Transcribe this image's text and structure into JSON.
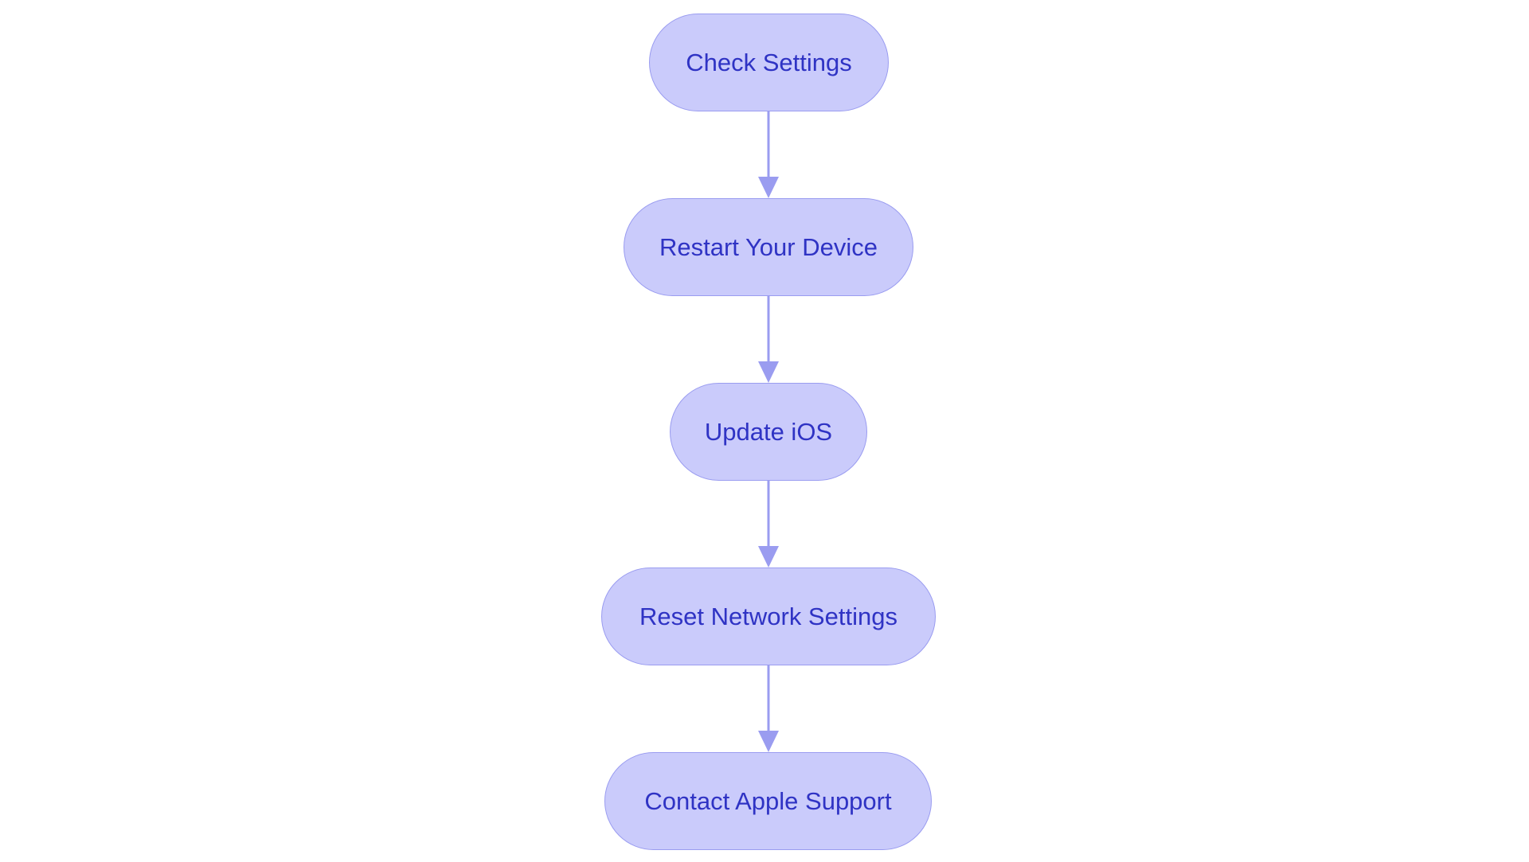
{
  "diagram": {
    "type": "flowchart",
    "direction": "top-to-bottom",
    "colors": {
      "node_fill": "#cacbfb",
      "node_border": "#9a9cf0",
      "node_text": "#2f33c4",
      "edge": "#9a9cf0"
    },
    "nodes": [
      {
        "id": "n1",
        "label": "Check Settings"
      },
      {
        "id": "n2",
        "label": "Restart Your Device"
      },
      {
        "id": "n3",
        "label": "Update iOS"
      },
      {
        "id": "n4",
        "label": "Reset Network Settings"
      },
      {
        "id": "n5",
        "label": "Contact Apple Support"
      }
    ],
    "edges": [
      {
        "from": "n1",
        "to": "n2"
      },
      {
        "from": "n2",
        "to": "n3"
      },
      {
        "from": "n3",
        "to": "n4"
      },
      {
        "from": "n4",
        "to": "n5"
      }
    ]
  }
}
